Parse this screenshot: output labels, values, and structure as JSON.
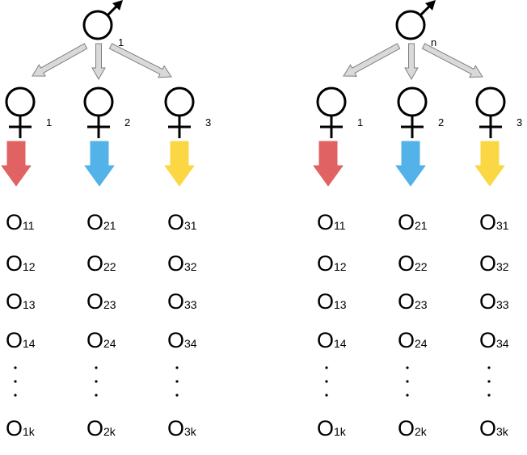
{
  "colors": {
    "red": "#e05a5a",
    "blue": "#4aaee6",
    "yellow": "#fbd53a",
    "gray_arrow": "#d9d9d9"
  },
  "groups": [
    {
      "male_label": "1",
      "females": [
        {
          "label": "1",
          "color": "red",
          "offspring": [
            {
              "base": "O",
              "sub": "11"
            },
            {
              "base": "O",
              "sub": "12"
            },
            {
              "base": "O",
              "sub": "13"
            },
            {
              "base": "O",
              "sub": "14"
            },
            {
              "base": "O",
              "sub": "1k"
            }
          ]
        },
        {
          "label": "2",
          "color": "blue",
          "offspring": [
            {
              "base": "O",
              "sub": "21"
            },
            {
              "base": "O",
              "sub": "22"
            },
            {
              "base": "O",
              "sub": "23"
            },
            {
              "base": "O",
              "sub": "24"
            },
            {
              "base": "O",
              "sub": "2k"
            }
          ]
        },
        {
          "label": "3",
          "color": "yellow",
          "offspring": [
            {
              "base": "O",
              "sub": "31"
            },
            {
              "base": "O",
              "sub": "32"
            },
            {
              "base": "O",
              "sub": "33"
            },
            {
              "base": "O",
              "sub": "34"
            },
            {
              "base": "O",
              "sub": "3k"
            }
          ]
        }
      ]
    },
    {
      "male_label": "n",
      "females": [
        {
          "label": "1",
          "color": "red",
          "offspring": [
            {
              "base": "O",
              "sub": "11"
            },
            {
              "base": "O",
              "sub": "12"
            },
            {
              "base": "O",
              "sub": "13"
            },
            {
              "base": "O",
              "sub": "14"
            },
            {
              "base": "O",
              "sub": "1k"
            }
          ]
        },
        {
          "label": "2",
          "color": "blue",
          "offspring": [
            {
              "base": "O",
              "sub": "21"
            },
            {
              "base": "O",
              "sub": "22"
            },
            {
              "base": "O",
              "sub": "23"
            },
            {
              "base": "O",
              "sub": "24"
            },
            {
              "base": "O",
              "sub": "2k"
            }
          ]
        },
        {
          "label": "3",
          "color": "yellow",
          "offspring": [
            {
              "base": "O",
              "sub": "31"
            },
            {
              "base": "O",
              "sub": "32"
            },
            {
              "base": "O",
              "sub": "33"
            },
            {
              "base": "O",
              "sub": "34"
            },
            {
              "base": "O",
              "sub": "3k"
            }
          ]
        }
      ]
    }
  ]
}
